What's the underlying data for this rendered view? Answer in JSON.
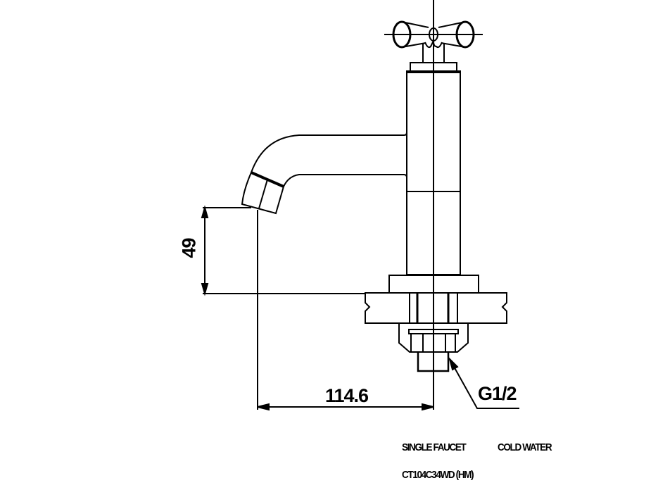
{
  "drawing": {
    "dimensions": {
      "height": "49",
      "reach": "114.6",
      "thread": "G1/2"
    },
    "caption": {
      "product_type": "SINGLE FAUCET",
      "water_type": "COLD WATER",
      "model": "CT104C34WD (HM)"
    }
  }
}
